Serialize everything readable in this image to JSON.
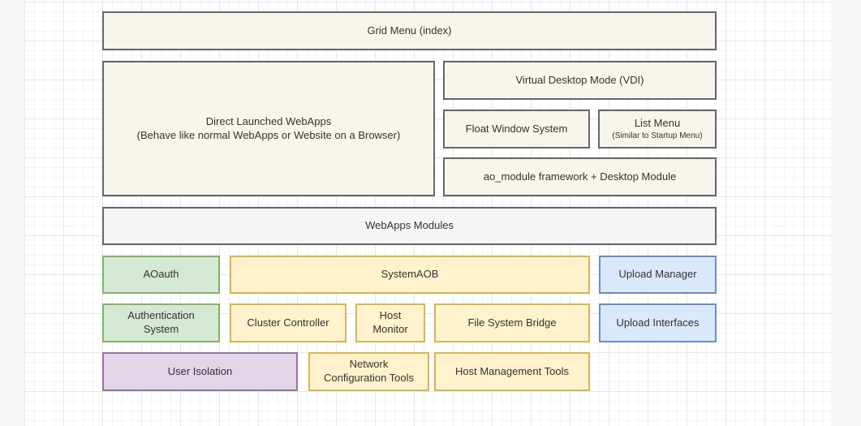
{
  "palette": {
    "cream_fill": "#F8F5EC",
    "gray_fill": "#F5F5F5",
    "green_fill": "#D5E8D4",
    "green_stroke": "#82B366",
    "yellow_fill": "#FFF2CC",
    "yellow_stroke": "#D6B656",
    "blue_fill": "#DAE8FC",
    "blue_stroke": "#6C8EBF",
    "purple_fill": "#E1D5E7",
    "purple_stroke": "#9673A6",
    "default_stroke": "#666666",
    "text_color": "#333333"
  },
  "diagram": {
    "grid_menu": {
      "label": "Grid Menu (index)"
    },
    "direct_webapps": {
      "line1": "Direct Launched WebApps",
      "line2": "(Behave like normal WebApps or Website on a Browser)"
    },
    "vdi": {
      "label": "Virtual Desktop Mode (VDI)"
    },
    "float_window": {
      "label": "Float Window System"
    },
    "list_menu": {
      "label": "List Menu",
      "sublabel": "(Similar to Startup Menu)"
    },
    "ao_module": {
      "label": "ao_module framework + Desktop Module"
    },
    "webapps_modules": {
      "label": "WebApps Modules"
    },
    "aoauth": {
      "label": "AOauth"
    },
    "system_aob": {
      "label": "SystemAOB"
    },
    "upload_manager": {
      "label": "Upload Manager"
    },
    "authentication_system": {
      "line1": "Authentication",
      "line2": "System"
    },
    "cluster_controller": {
      "label": "Cluster Controller"
    },
    "host_monitor": {
      "line1": "Host",
      "line2": "Monitor"
    },
    "file_system_bridge": {
      "label": "File System Bridge"
    },
    "upload_interfaces": {
      "label": "Upload Interfaces"
    },
    "user_isolation": {
      "label": "User Isolation"
    },
    "network_configuration_tools": {
      "line1": "Network",
      "line2": "Configuration Tools"
    },
    "host_management_tools": {
      "label": "Host Management Tools"
    }
  }
}
